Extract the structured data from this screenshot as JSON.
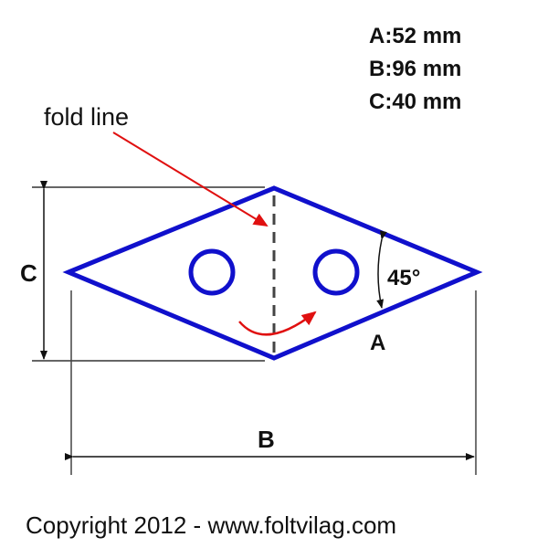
{
  "dimensions": [
    {
      "label": "A",
      "value": "A:52 mm"
    },
    {
      "label": "B",
      "value": "B:96 mm"
    },
    {
      "label": "C",
      "value": "C:40 mm"
    }
  ],
  "labels": {
    "fold_line": "fold line",
    "angle": "45°",
    "a": "A",
    "b": "B",
    "c": "C"
  },
  "copyright": "Copyright 2012 - www.foltvilag.com",
  "colors": {
    "shape": "#1010cc",
    "arrow": "#e01010",
    "dim": "#222222"
  }
}
